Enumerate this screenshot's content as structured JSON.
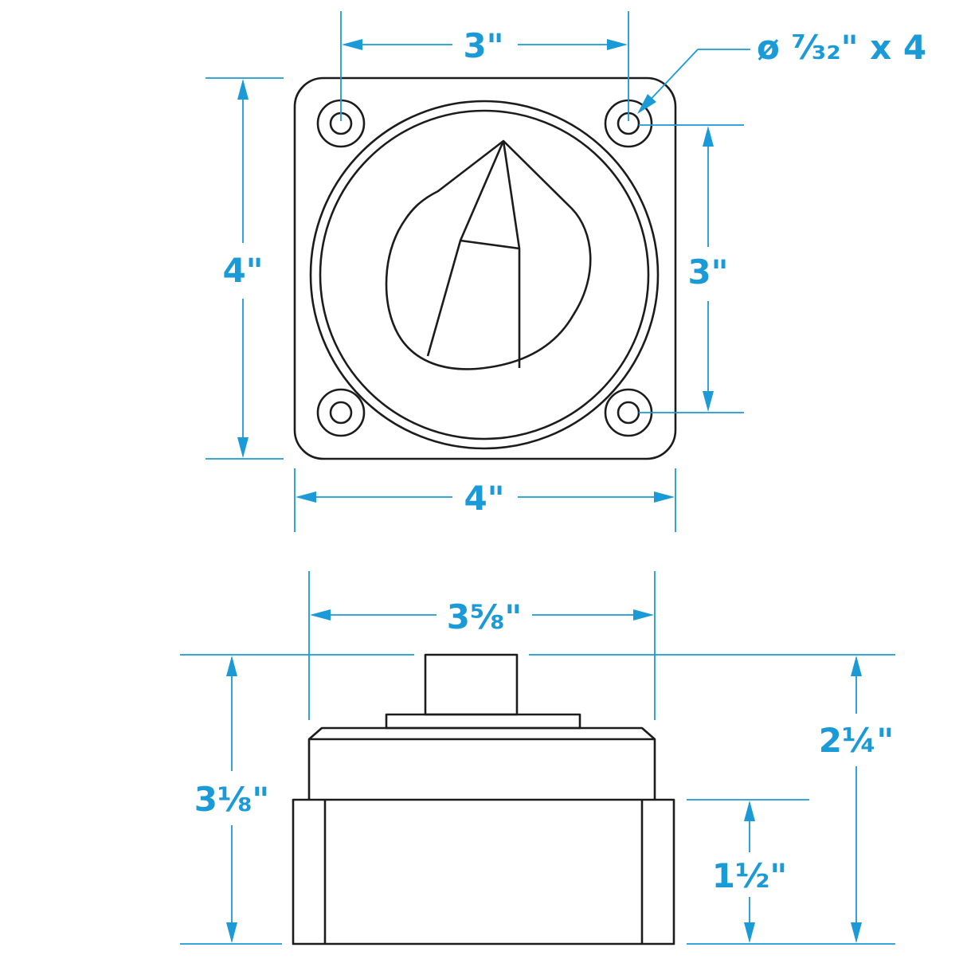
{
  "top_view": {
    "dim_top_width": "3\"",
    "dim_hole": "ø ⁷⁄₃₂\" x 4",
    "dim_left_height": "4\"",
    "dim_right_height": "3\"",
    "dim_bottom_width": "4\""
  },
  "side_view": {
    "dim_top_width": "3⅝\"",
    "dim_left_height": "3⅛\"",
    "dim_right_height": "2¼\"",
    "dim_base_height": "1½\""
  },
  "colors": {
    "dimension": "#1a9ad6",
    "outline": "#1c1c1c"
  }
}
